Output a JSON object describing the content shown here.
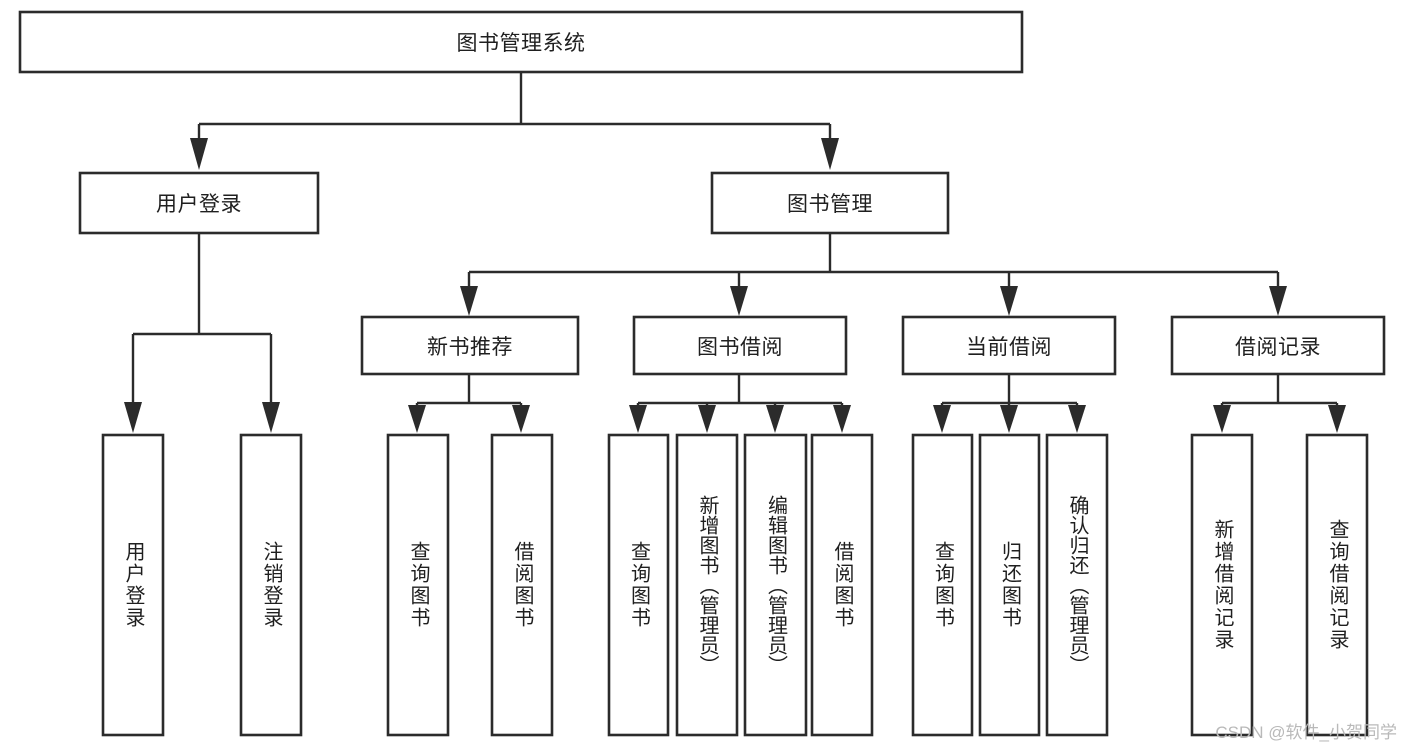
{
  "diagram": {
    "type": "tree-hierarchy",
    "title": "图书管理系统",
    "watermark": "CSDN @软件_小贺同学",
    "colors": {
      "background": "#ffffff",
      "box_fill": "#ffffff",
      "box_stroke": "#2b2b2b",
      "connector": "#2b2b2b",
      "text": "#1f1f1f",
      "watermark": "#b9b9b9"
    },
    "levels": {
      "root": {
        "label": "图书管理系统"
      },
      "level2": [
        {
          "label": "用户登录"
        },
        {
          "label": "图书管理"
        }
      ],
      "level3": [
        {
          "label": "新书推荐"
        },
        {
          "label": "图书借阅"
        },
        {
          "label": "当前借阅"
        },
        {
          "label": "借阅记录"
        }
      ],
      "level4": {
        "user_login_children": [
          {
            "label": "用户登录"
          },
          {
            "label": "注销登录"
          }
        ],
        "new_book_children": [
          {
            "label": "查询图书"
          },
          {
            "label": "借阅图书"
          }
        ],
        "borrow_children": [
          {
            "label": "查询图书"
          },
          {
            "label": "新增图书（管理员）"
          },
          {
            "label": "编辑图书（管理员）"
          },
          {
            "label": "借阅图书"
          }
        ],
        "current_borrow_children": [
          {
            "label": "查询图书"
          },
          {
            "label": "归还图书"
          },
          {
            "label": "确认归还（管理员）"
          }
        ],
        "record_children": [
          {
            "label": "新增借阅记录"
          },
          {
            "label": "查询借阅记录"
          }
        ]
      }
    }
  }
}
